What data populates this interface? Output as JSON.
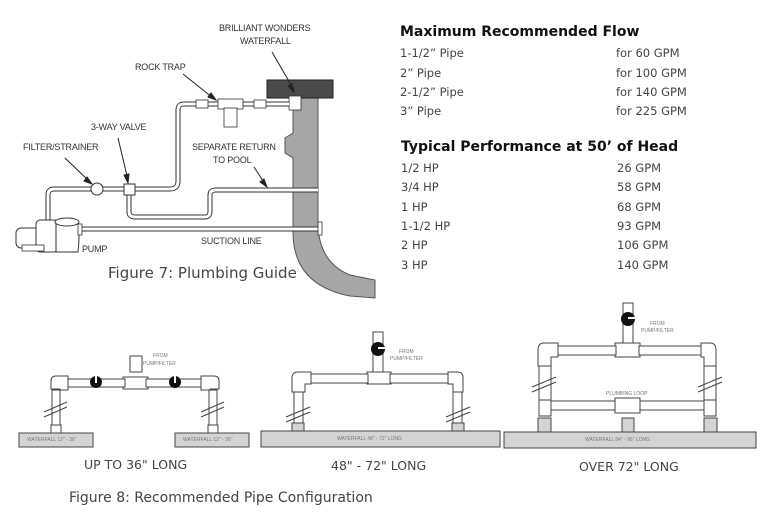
{
  "figure7": {
    "caption": "Figure 7: Plumbing Guide",
    "labels": {
      "waterfall_line1": "BRILLIANT WONDERS",
      "waterfall_line2": "WATERFALL",
      "rock_trap": "ROCK TRAP",
      "three_way_valve": "3-WAY VALVE",
      "filter_strainer": "FILTER/STRAINER",
      "separate_return_line1": "SEPARATE RETURN",
      "separate_return_line2": "TO POOL",
      "suction_line": "SUCTION LINE",
      "pump": "PUMP"
    }
  },
  "max_flow": {
    "title": "Maximum Recommended Flow",
    "rows": [
      {
        "pipe": "1-1/2” Pipe",
        "flow": "for 60 GPM"
      },
      {
        "pipe": "2” Pipe",
        "flow": "for 100 GPM"
      },
      {
        "pipe": "2-1/2” Pipe",
        "flow": "for 140 GPM"
      },
      {
        "pipe": "3” Pipe",
        "flow": "for 225 GPM"
      }
    ]
  },
  "performance": {
    "title": "Typical Performance at 50’ of Head",
    "rows": [
      {
        "hp": "1/2 HP",
        "gpm": "26 GPM"
      },
      {
        "hp": "3/4 HP",
        "gpm": "58 GPM"
      },
      {
        "hp": "1 HP",
        "gpm": "68 GPM"
      },
      {
        "hp": "1-1/2 HP",
        "gpm": "93 GPM"
      },
      {
        "hp": "2 HP",
        "gpm": "106 GPM"
      },
      {
        "hp": "3 HP",
        "gpm": "140 GPM"
      }
    ]
  },
  "figure8": {
    "caption": "Figure 8: Recommended Pipe Configuration",
    "configs": [
      {
        "caption": "UP TO 36\" LONG",
        "from_label_1": "FROM",
        "from_label_2": "PUMP/FILTER",
        "waterfall_left": "WATERFALL 12\" - 36\"",
        "waterfall_right": "WATERFALL 12\" - 36\""
      },
      {
        "caption": "48\" - 72\" LONG",
        "from_label_1": "FROM",
        "from_label_2": "PUMP/FILTER",
        "waterfall": "WATERFALL 48\" - 72\" LONG"
      },
      {
        "caption": "OVER 72\" LONG",
        "from_label_1": "FROM",
        "from_label_2": "PUMP/FILTER",
        "loop_label": "PLUMBING LOOP",
        "waterfall": "WATERFALL 84\" - 96\" LONG"
      }
    ]
  }
}
